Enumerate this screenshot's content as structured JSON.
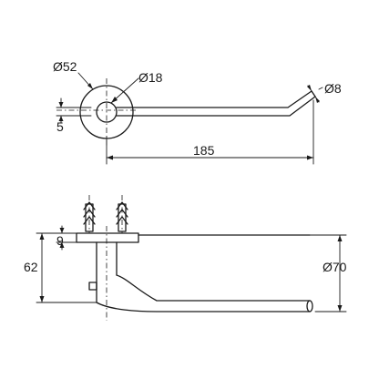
{
  "dimensions": {
    "flange_diameter": "Ø52",
    "arm_diameter_at_flange": "Ø18",
    "offset": "5",
    "rod_diameter": "Ø8",
    "length": "185",
    "flange_thickness": "9",
    "height": "62",
    "projection": "Ø70"
  },
  "colors": {
    "line": "#1a1a1a",
    "background": "#ffffff"
  }
}
